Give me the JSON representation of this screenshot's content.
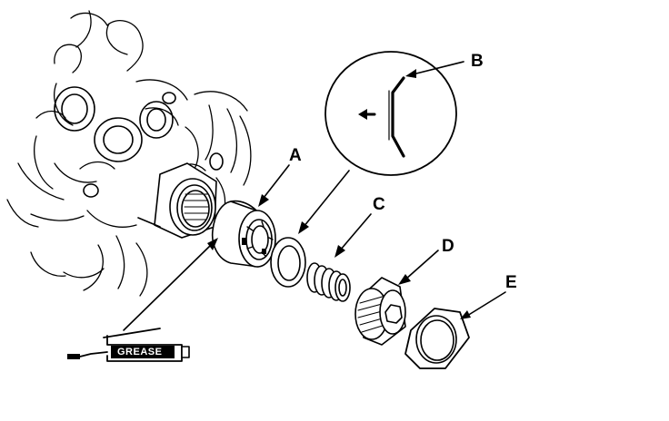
{
  "callouts": {
    "a": "A",
    "b": "B",
    "c": "C",
    "d": "D",
    "e": "E"
  },
  "grease_label": "GREASE",
  "colors": {
    "ink": "#000000",
    "paper": "#ffffff"
  }
}
